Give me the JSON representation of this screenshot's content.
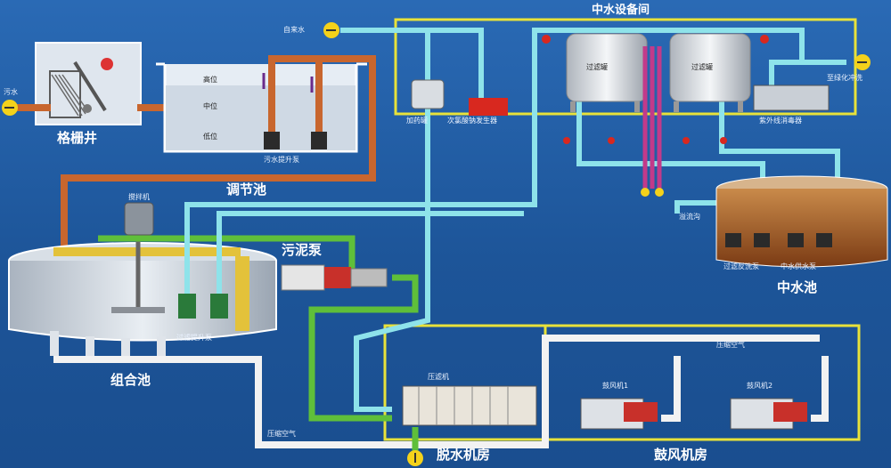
{
  "labels": {
    "sewage_in": "污水",
    "bar_screen_well": "格栅井",
    "level_high": "高位",
    "level_mid": "中位",
    "level_low": "低位",
    "sewage_lift_pump": "污水提升泵",
    "equalization_tank": "调节池",
    "tap_water": "自来水",
    "reclaimed_room": "中水设备间",
    "dosing_tank": "加药罐",
    "chlorine_generator": "次氯酸钠发生器",
    "filter_tank_1": "过滤罐",
    "filter_tank_2": "过滤罐",
    "to_reuse": "至绿化冲洗",
    "uv_sterilizer": "紫外线消毒器",
    "overflow": "溢流沟",
    "filter_backwash_pump": "过滤反洗泵",
    "reclaimed_supply_pump": "中水供水泵",
    "reclaimed_pool": "中水池",
    "mixer": "搅拌机",
    "sludge_pump": "污泥泵",
    "filter_lift_pump": "过滤提升泵",
    "combined_tank": "组合池",
    "filter_press": "压滤机",
    "compressed_air_1": "压缩空气",
    "compressed_air_2": "压缩空气",
    "blower_1": "鼓风机1",
    "blower_2": "鼓风机2",
    "dewatering_room": "脱水机房",
    "blower_room": "鼓风机房"
  },
  "colors": {
    "background": "#1f5aa0",
    "water_pipe": "#8ee3ea",
    "sludge_pipe": "#5fbf3a",
    "sewage_pipe": "#c8662e",
    "air_pipe": "#f2f2f2",
    "chemical_pipe": "#c23a8a",
    "room_border": "#e8e23a",
    "flow_arrow": "#8a2a9a"
  }
}
